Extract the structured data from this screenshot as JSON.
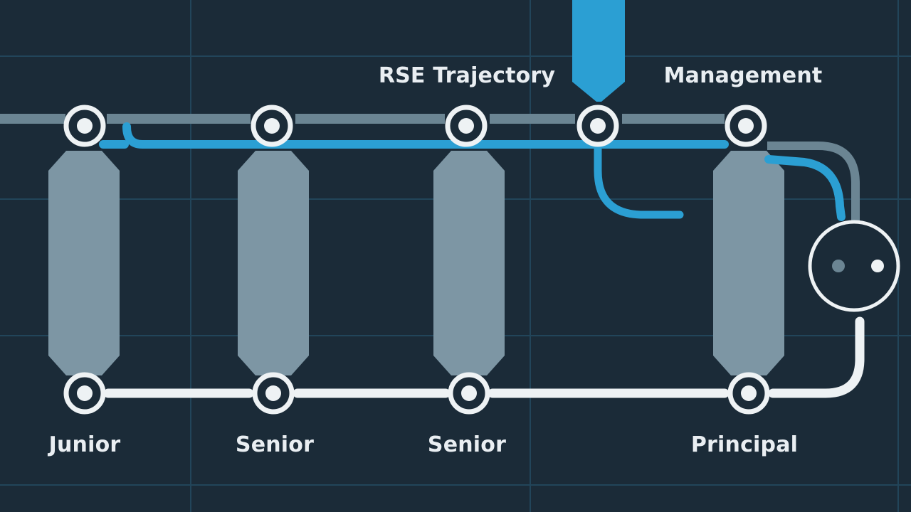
{
  "top_labels": {
    "rse": "RSE Trajectory",
    "management": "Management"
  },
  "bottom_labels": {
    "junior": "Junior",
    "senior_1": "Senior",
    "senior_2": "Senior",
    "principal": "Principal"
  },
  "colors": {
    "background": "#1b2b38",
    "grid": "#22455a",
    "track_gray": "#6b8593",
    "track_blue": "#2b9fd3",
    "track_white": "#eef2f4",
    "pillar": "#7d96a4",
    "node_fill": "#1b2b38",
    "node_ring": "#eef2f4"
  },
  "icons": {
    "station": "station-node-icon",
    "junction": "junction-circle-icon"
  }
}
